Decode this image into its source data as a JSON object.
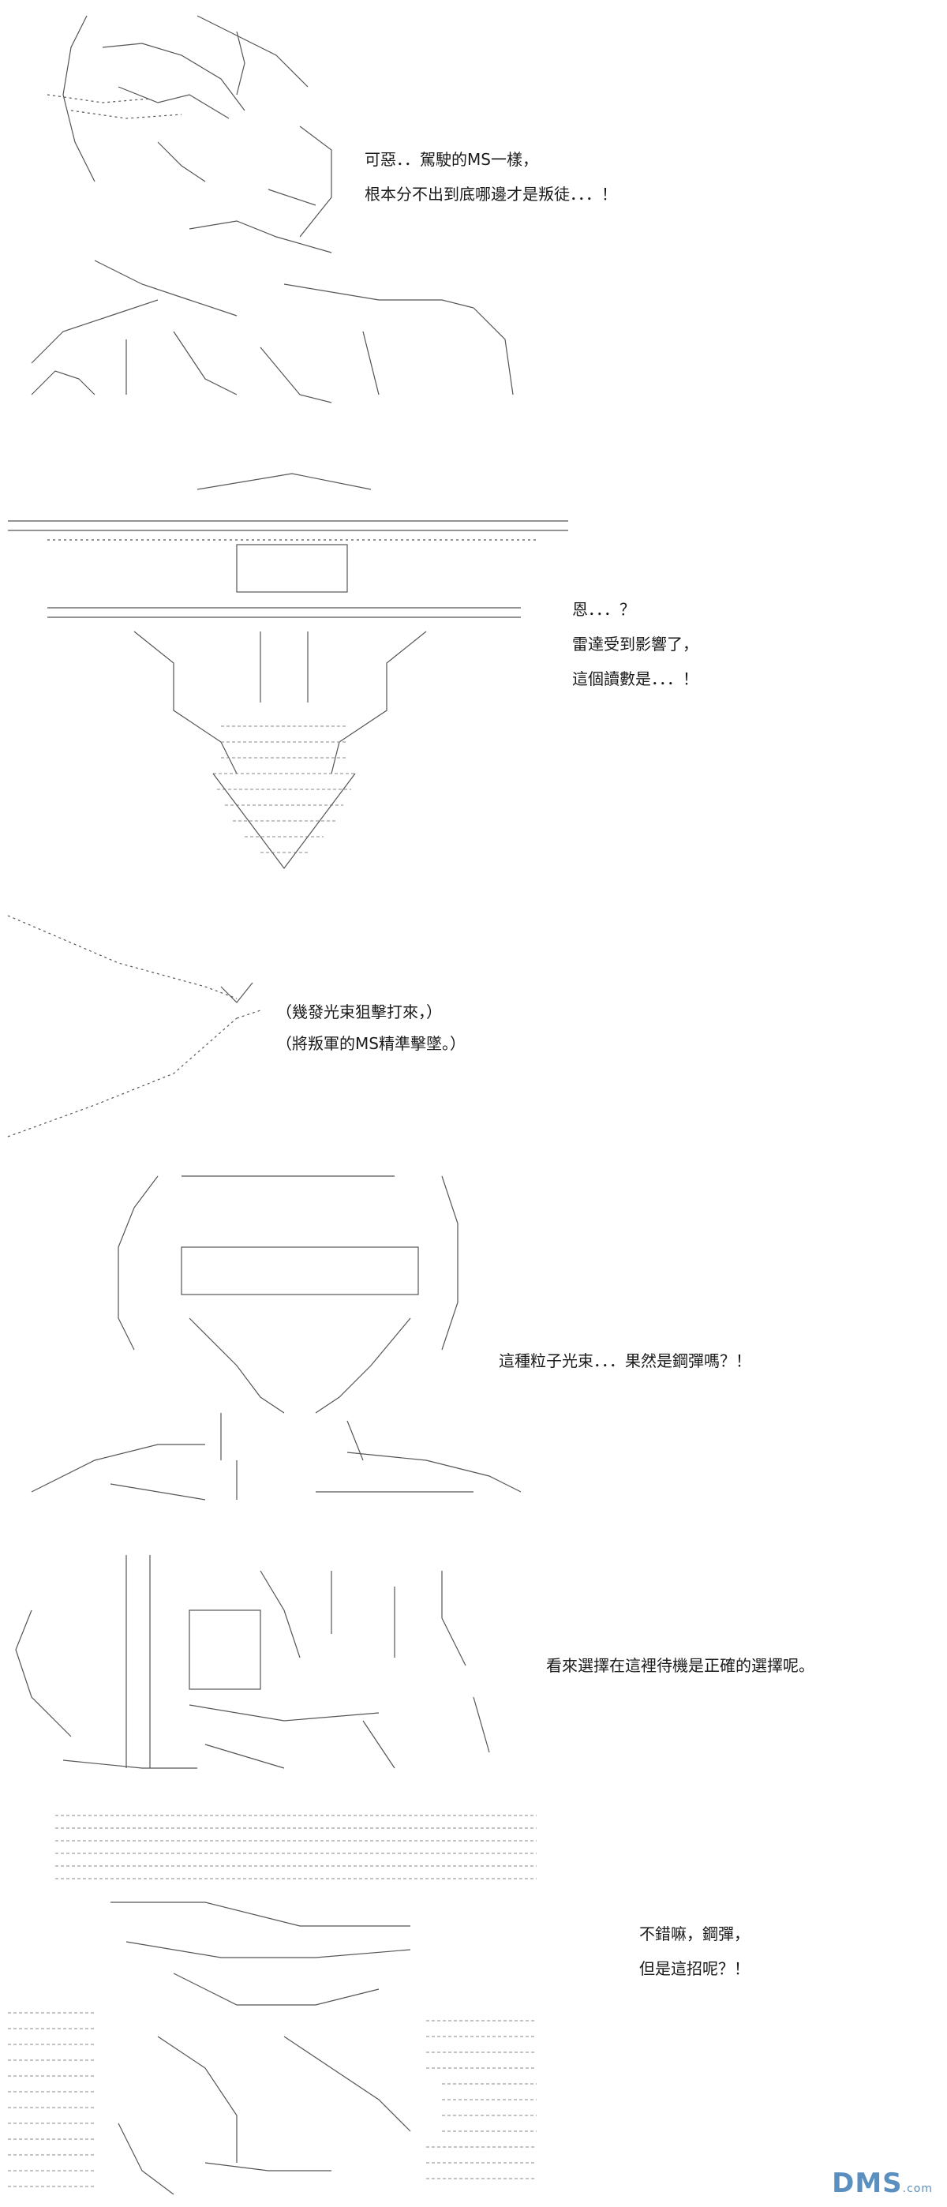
{
  "panels": [
    {
      "id": "p1",
      "lines": [
        "可惡．．駕駛的MS一樣，",
        "根本分不出到底哪邊才是叛徒．．．！"
      ]
    },
    {
      "id": "p2",
      "lines": [
        "恩．．．？",
        "雷達受到影響了，",
        "這個讀數是．．．！"
      ]
    },
    {
      "id": "p3",
      "lines": [
        "（幾發光束狙擊打來，）",
        "（將叛軍的MS精準擊墜。）"
      ]
    },
    {
      "id": "p4",
      "lines": [
        "這種粒子光束．．．果然是鋼彈嗎？！"
      ]
    },
    {
      "id": "p5",
      "lines": [
        "看來選擇在這裡待機是正確的選擇呢。"
      ]
    },
    {
      "id": "p6",
      "lines": [
        "不錯嘛，鋼彈，",
        "但是這招呢？！"
      ]
    }
  ],
  "watermark": {
    "brand": "DMS",
    "suffix": ".com"
  }
}
